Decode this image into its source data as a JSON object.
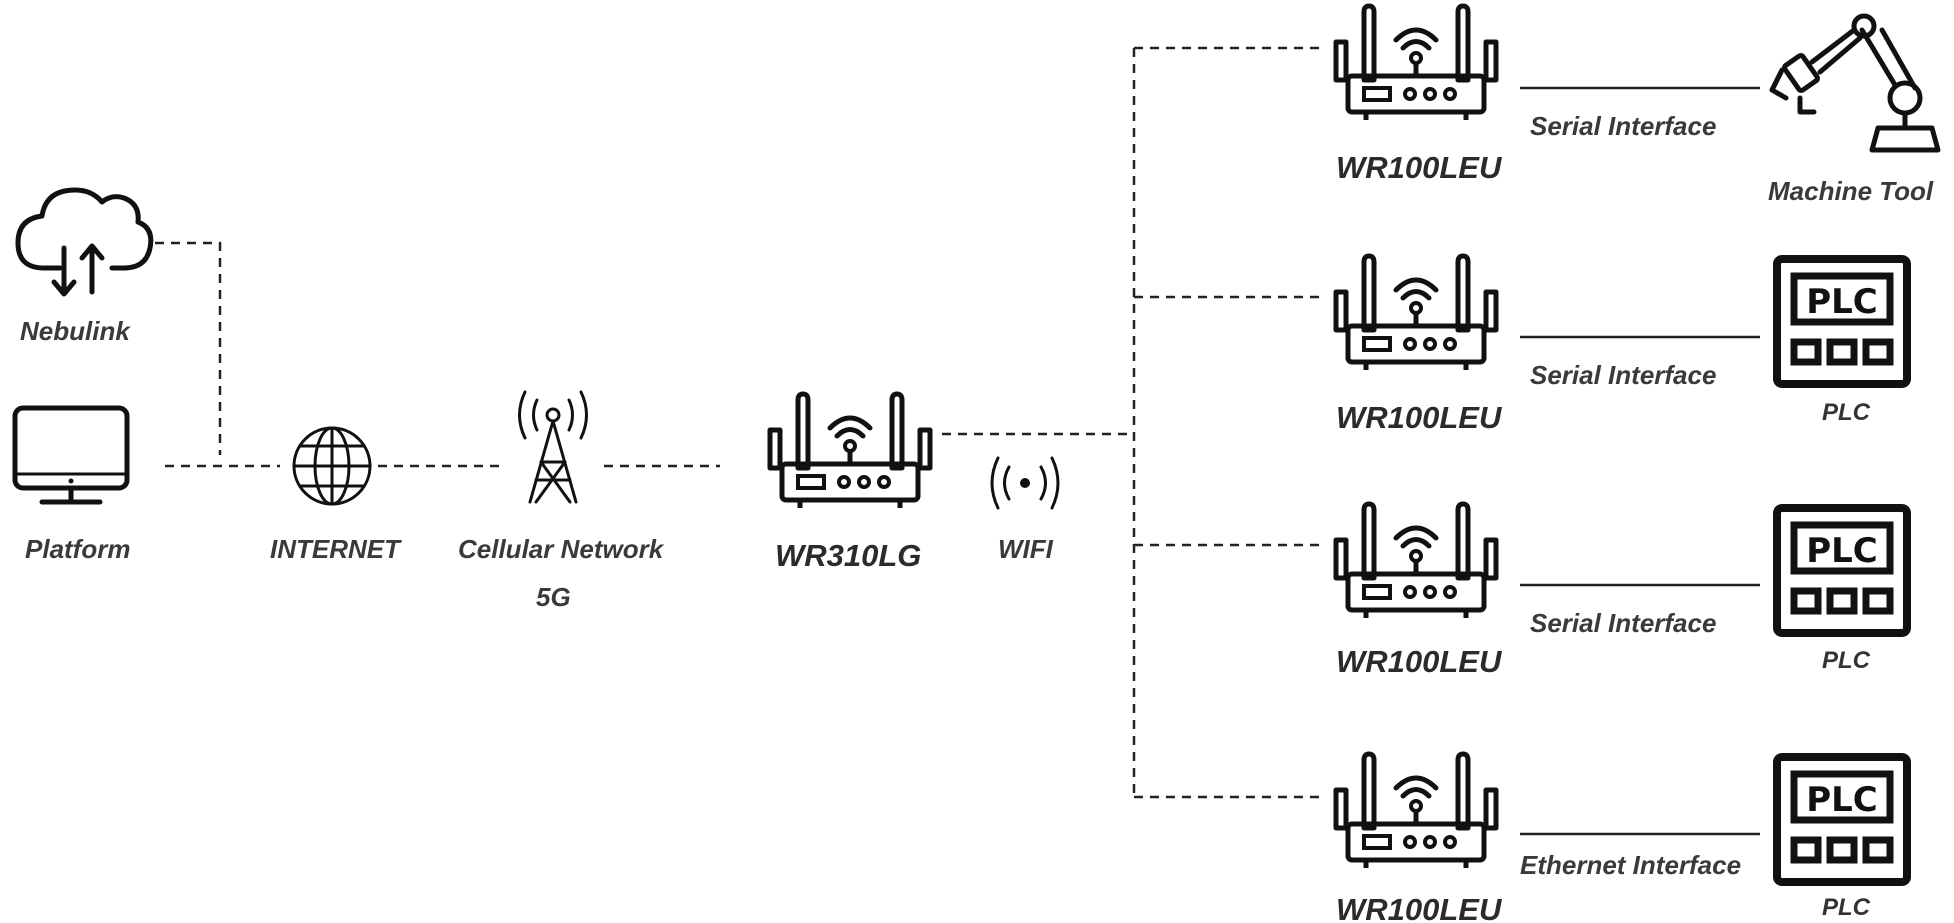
{
  "nodes": {
    "nebulink": "Nebulink",
    "platform": "Platform",
    "internet": "INTERNET",
    "cellular_line1": "Cellular Network",
    "cellular_line2": "5G",
    "core_router": "WR310LG",
    "wifi": "WIFI"
  },
  "branches": [
    {
      "router": "WR100LEU",
      "link": "Serial Interface",
      "device": "Machine Tool",
      "device_icon": "robot-arm-icon"
    },
    {
      "router": "WR100LEU",
      "link": "Serial Interface",
      "device": "PLC",
      "device_icon": "plc-icon",
      "icon_text": "PLC"
    },
    {
      "router": "WR100LEU",
      "link": "Serial Interface",
      "device": "PLC",
      "device_icon": "plc-icon",
      "icon_text": "PLC"
    },
    {
      "router": "WR100LEU",
      "link": "Ethernet Interface",
      "device": "PLC",
      "device_icon": "plc-icon",
      "icon_text": "PLC"
    }
  ]
}
